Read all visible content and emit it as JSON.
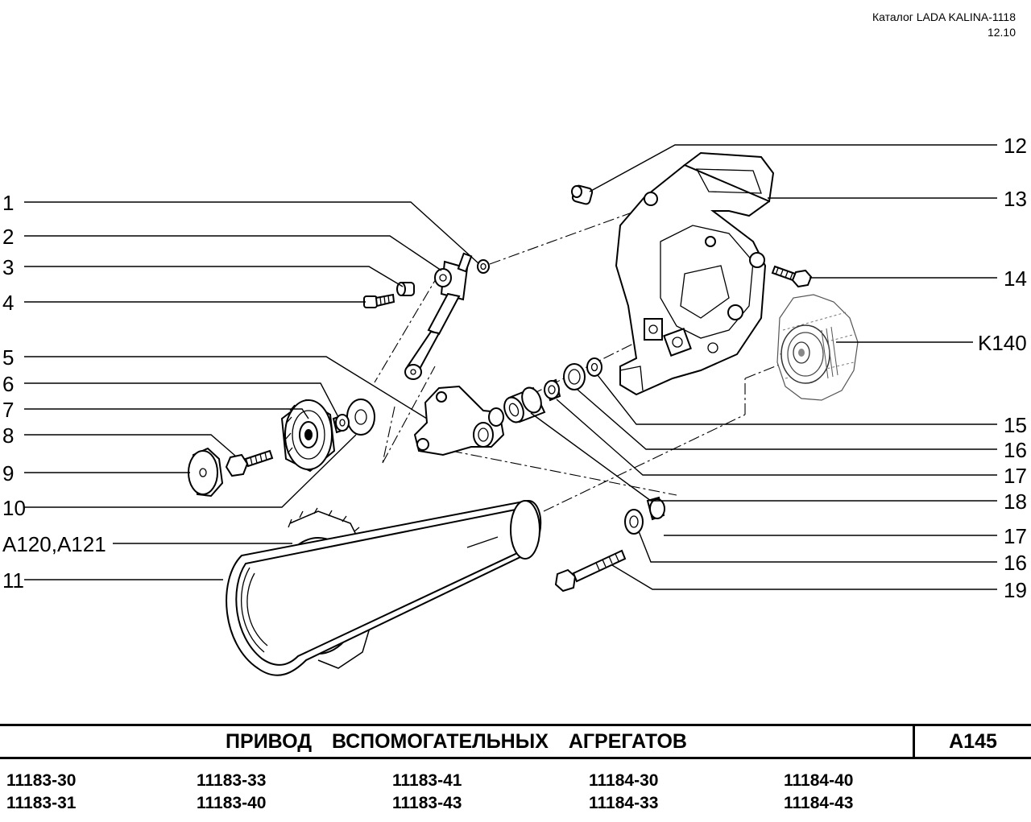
{
  "header": {
    "catalog": "Каталог LADA KALINA-1118",
    "date": "12.10"
  },
  "callouts": {
    "left": [
      "1",
      "2",
      "3",
      "4",
      "5",
      "6",
      "7",
      "8",
      "9",
      "10",
      "A120,A121",
      "11"
    ],
    "right": [
      "12",
      "13",
      "14",
      "K140",
      "15",
      "16",
      "17",
      "18",
      "17",
      "16",
      "19"
    ]
  },
  "footer": {
    "title": "ПРИВОД ВСПОМОГАТЕЛЬНЫХ АГРЕГАТОВ",
    "code": "A145",
    "models": [
      "11183-30",
      "11183-33",
      "11183-41",
      "11184-30",
      "11184-40",
      "11183-31",
      "11183-40",
      "11183-43",
      "11184-33",
      "11184-43"
    ]
  }
}
